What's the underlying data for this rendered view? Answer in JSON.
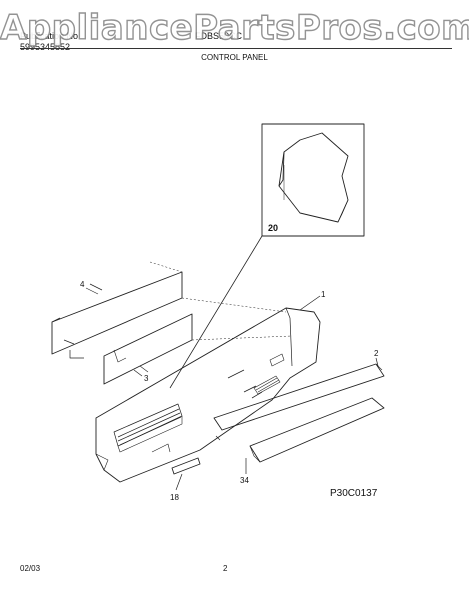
{
  "watermark": {
    "text": "AppliancePartsPros.com"
  },
  "header": {
    "publication_label": "Publication No",
    "publication_number": "5995345852",
    "model": "FDBS50CC",
    "section_title": "CONTROL PANEL"
  },
  "diagram": {
    "callouts": {
      "c1": "1",
      "c2": "2",
      "c3": "3",
      "c4": "4",
      "c18": "18",
      "c20": "20",
      "c34": "34"
    },
    "figure_code": "P30C0137"
  },
  "footer": {
    "date": "02/03",
    "page": "2"
  }
}
